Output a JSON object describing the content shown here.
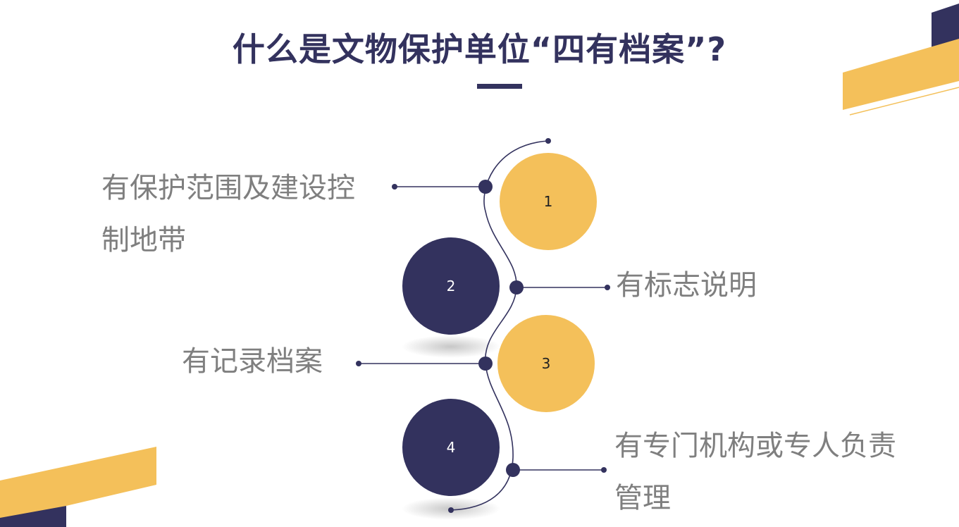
{
  "title": "什么是文物保护单位“四有档案”?",
  "colors": {
    "navy": "#33325e",
    "yellow": "#f4c05a",
    "text_gray": "#7f7f7f"
  },
  "items": [
    {
      "number": "1",
      "line1": "有保护范围及建设控",
      "line2": "制地带",
      "circle_color": "yellow"
    },
    {
      "number": "2",
      "line1": "有标志说明",
      "line2": "",
      "circle_color": "navy"
    },
    {
      "number": "3",
      "line1": "有记录档案",
      "line2": "",
      "circle_color": "yellow"
    },
    {
      "number": "4",
      "line1": "有专门机构或专人负责",
      "line2": "管理",
      "circle_color": "navy"
    }
  ]
}
